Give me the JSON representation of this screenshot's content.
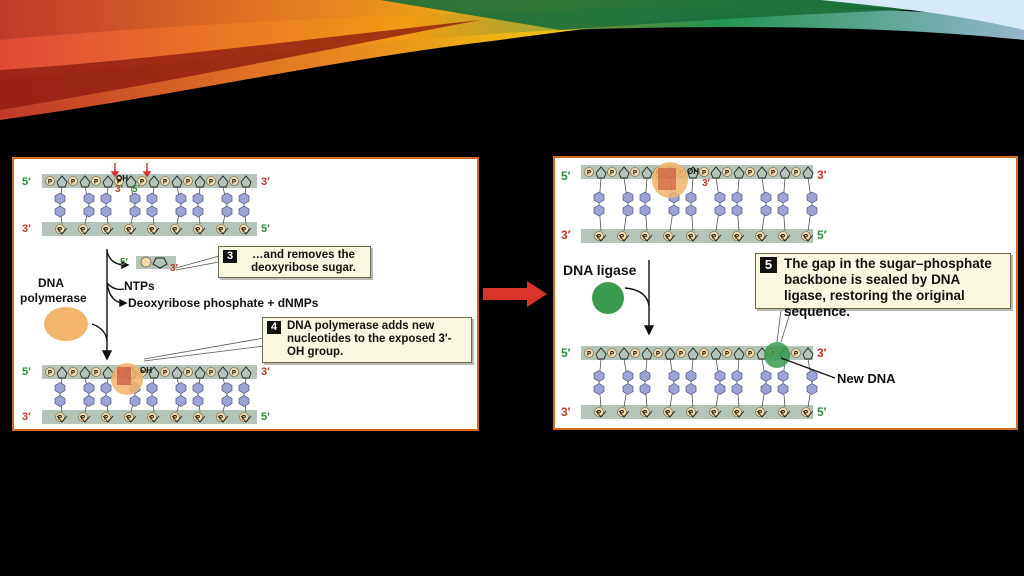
{
  "left_panel": {
    "end_labels": {
      "top_left": "5′",
      "top_break_3": "3′",
      "top_break_5": "5′",
      "top_right": "3′",
      "bottom_left": "3′",
      "bottom_right": "5′",
      "oh": "OH"
    },
    "excised": {
      "five": "5′",
      "three": "3′",
      "p": "P"
    },
    "enzyme_label_line1": "DNA",
    "enzyme_label_line2": "polymerase",
    "ntps": "NTPs",
    "products": "Deoxyribose phosphate + dNMPs",
    "step3": {
      "num": "3",
      "text": "…and removes the deoxyribose sugar."
    },
    "step4": {
      "num": "4",
      "text": "DNA polymerase adds new nucleotides to the exposed 3′-OH group."
    },
    "lower_labels": {
      "top_left": "5′",
      "top_right": "3′",
      "bottom_left": "3′",
      "bottom_right": "5′",
      "oh": "OH"
    }
  },
  "right_panel": {
    "upper_labels": {
      "top_left": "5′",
      "top_mid": "3′",
      "top_right": "3′",
      "bottom_left": "3′",
      "bottom_right": "5′",
      "oh": "OH"
    },
    "enzyme_label": "DNA ligase",
    "step5": {
      "num": "5",
      "text": "The gap in the sugar–phosphate backbone is sealed by DNA ligase, restoring the original sequence."
    },
    "lower_labels": {
      "top_left": "5′",
      "top_right": "3′",
      "bottom_left": "3′",
      "bottom_right": "5′"
    },
    "new_dna": "New DNA"
  },
  "colors": {
    "strand": "#b5c4b8",
    "phosphate": "#f0d9a8",
    "base": "#9ea3d6",
    "polymerase": "#f2b36b",
    "ligase": "#3a9a4e",
    "arrow": "#d9342b",
    "five_prime": "#2e8b3a",
    "three_prime": "#c0392b"
  }
}
